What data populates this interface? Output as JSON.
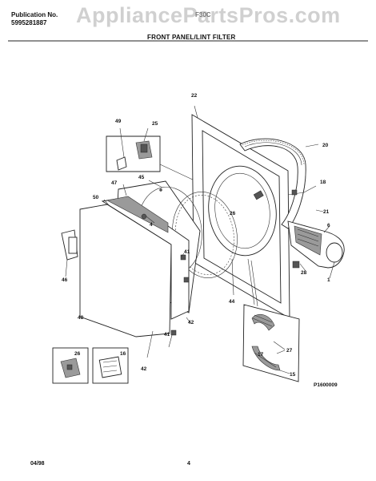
{
  "header": {
    "publication_label": "Publication No.",
    "publication_number": "5995281887",
    "model_partial": "F30C",
    "section_title": "FRONT PANEL/LINT FILTER"
  },
  "watermark": "AppliancePartsPros.com",
  "footer": {
    "date": "04/98",
    "page": "4"
  },
  "diagram_id": "P1600009",
  "callouts": {
    "c49": "49",
    "c25": "25",
    "c22": "22",
    "c20": "20",
    "c18": "18",
    "c45": "45",
    "c47": "47",
    "c50": "50",
    "c4": "4",
    "c26": "26",
    "c21": "21",
    "c6": "6",
    "c28": "28",
    "c1": "1",
    "c46": "46",
    "c41a": "41",
    "c44": "44",
    "c48": "48",
    "c42a": "42",
    "c41b": "41",
    "c42b": "42",
    "c27": "27",
    "c17": "17",
    "c15": "15",
    "inset_left": "26",
    "inset_right": "16"
  }
}
